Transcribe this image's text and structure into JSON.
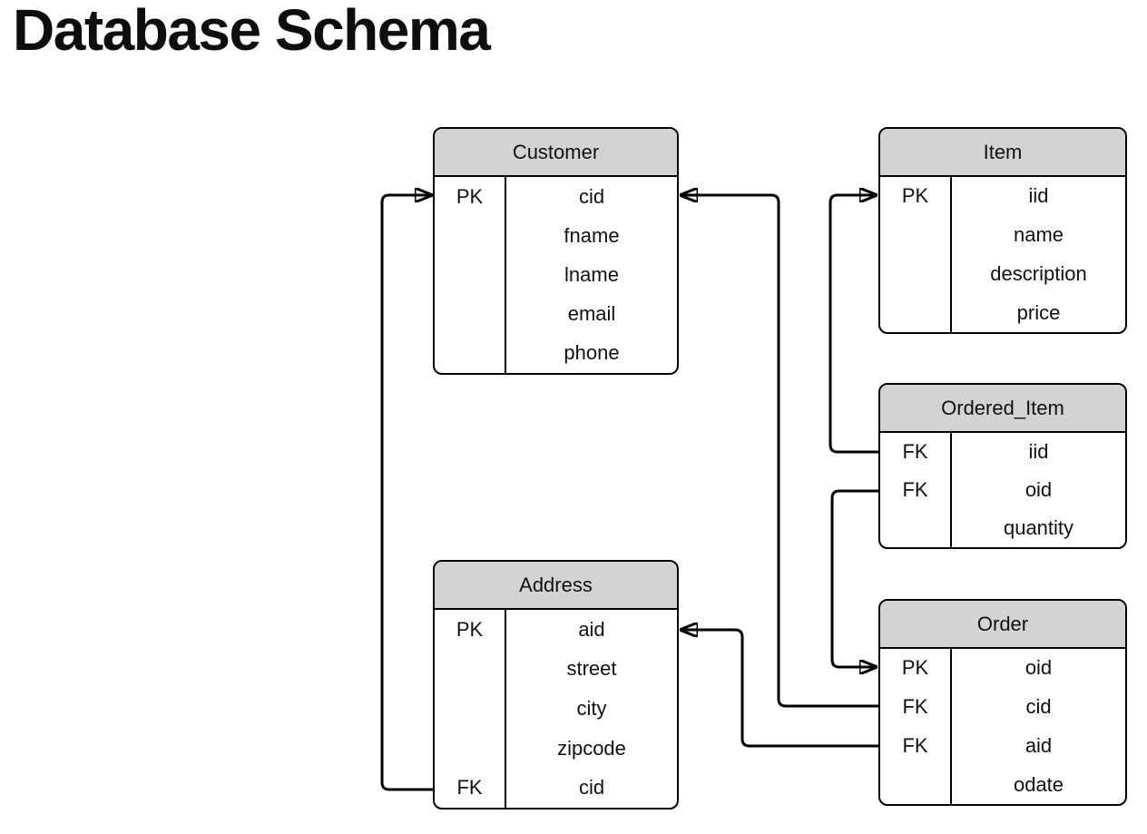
{
  "page": {
    "title": "Database Schema"
  },
  "colors": {
    "header_fill": "#d3d3d3",
    "line": "#000000",
    "background": "#ffffff"
  },
  "tables": [
    {
      "name": "Customer",
      "rows": [
        {
          "key": "PK",
          "field": "cid"
        },
        {
          "key": "",
          "field": "fname"
        },
        {
          "key": "",
          "field": "lname"
        },
        {
          "key": "",
          "field": "email"
        },
        {
          "key": "",
          "field": "phone"
        }
      ]
    },
    {
      "name": "Item",
      "rows": [
        {
          "key": "PK",
          "field": "iid"
        },
        {
          "key": "",
          "field": "name"
        },
        {
          "key": "",
          "field": "description"
        },
        {
          "key": "",
          "field": "price"
        }
      ]
    },
    {
      "name": "Ordered_Item",
      "rows": [
        {
          "key": "FK",
          "field": "iid"
        },
        {
          "key": "FK",
          "field": "oid"
        },
        {
          "key": "",
          "field": "quantity"
        }
      ]
    },
    {
      "name": "Address",
      "rows": [
        {
          "key": "PK",
          "field": "aid"
        },
        {
          "key": "",
          "field": "street"
        },
        {
          "key": "",
          "field": "city"
        },
        {
          "key": "",
          "field": "zipcode"
        },
        {
          "key": "FK",
          "field": "cid"
        }
      ]
    },
    {
      "name": "Order",
      "rows": [
        {
          "key": "PK",
          "field": "oid"
        },
        {
          "key": "FK",
          "field": "cid"
        },
        {
          "key": "FK",
          "field": "aid"
        },
        {
          "key": "",
          "field": "odate"
        }
      ]
    }
  ],
  "relationships": [
    {
      "from": "Address.cid",
      "to": "Customer.cid"
    },
    {
      "from": "Order.cid",
      "to": "Customer.cid"
    },
    {
      "from": "Ordered_Item.iid",
      "to": "Item.iid"
    },
    {
      "from": "Ordered_Item.oid",
      "to": "Order.oid"
    },
    {
      "from": "Order.aid",
      "to": "Address.aid"
    }
  ]
}
